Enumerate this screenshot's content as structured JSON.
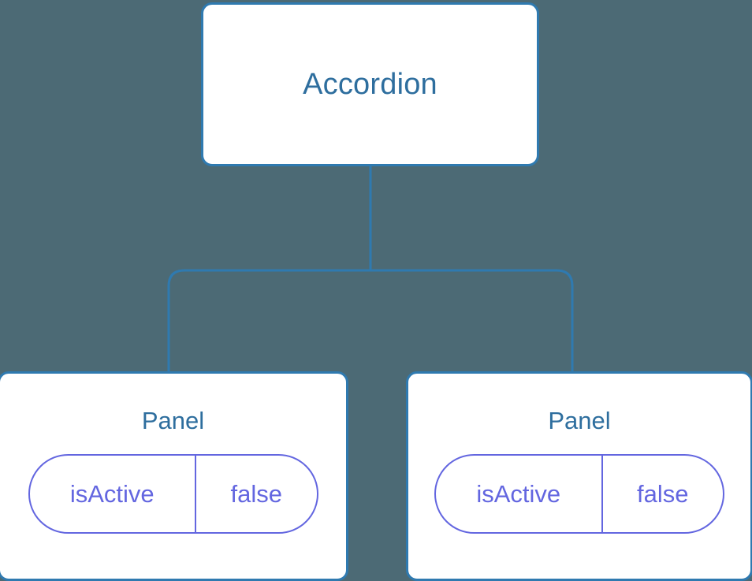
{
  "diagram": {
    "type": "component-tree",
    "background_color": "#4c6a75",
    "node_fill_color": "#ffffff",
    "node_border_color": "#2f7ab0",
    "node_title_color": "#2e6e9e",
    "pill_color": "#6366e0",
    "connector_color": "#2f7ab0",
    "root": {
      "title": "Accordion"
    },
    "children": [
      {
        "title": "Panel",
        "state": {
          "key": "isActive",
          "value": "false"
        }
      },
      {
        "title": "Panel",
        "state": {
          "key": "isActive",
          "value": "false"
        }
      }
    ]
  }
}
